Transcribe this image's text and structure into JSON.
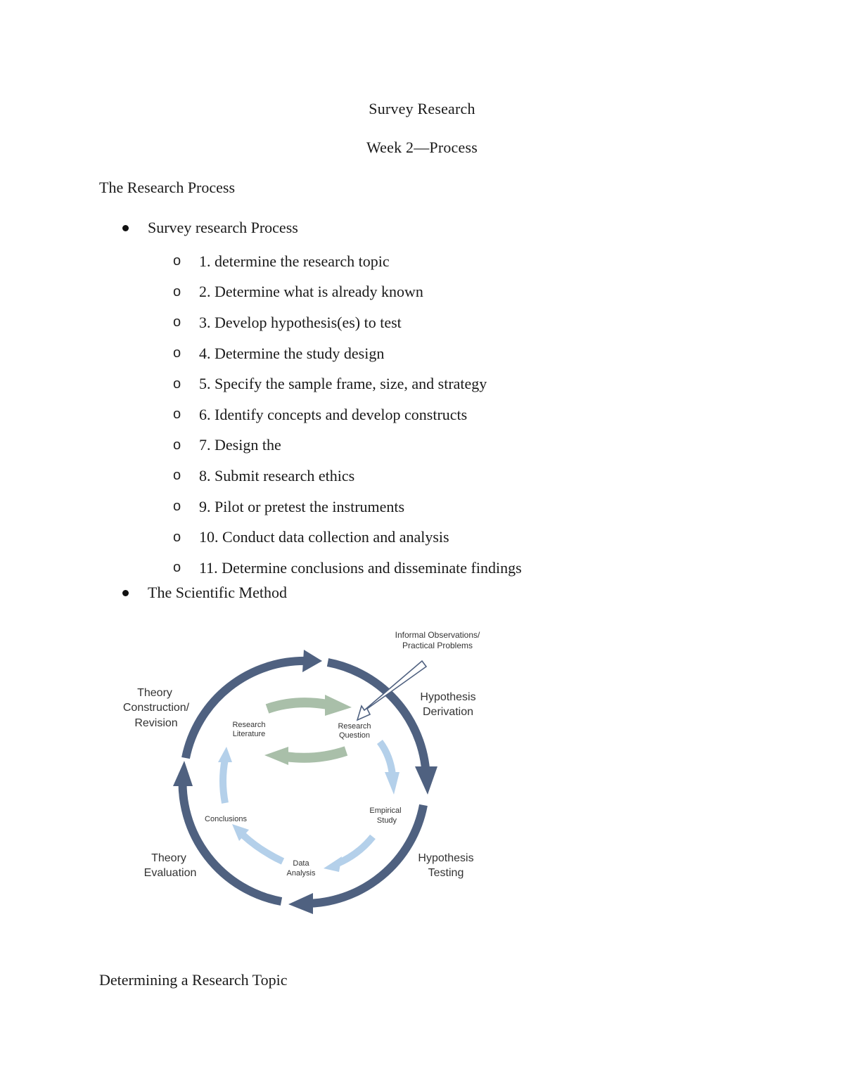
{
  "document": {
    "title": "Survey Research",
    "subtitle": "Week 2—Process",
    "section1_heading": "The Research Process",
    "bullets": [
      {
        "label": "Survey research Process",
        "subitems": [
          "1. determine the research topic",
          "2. Determine what is already known",
          "3. Develop hypothesis(es) to test",
          "4. Determine the study design",
          "5. Specify the sample frame, size, and strategy",
          "6. Identify concepts and develop constructs",
          "7. Design the",
          "8. Submit research ethics",
          "9. Pilot or pretest the instruments",
          "10. Conduct data collection and analysis",
          "11. Determine conclusions and disseminate findings"
        ]
      },
      {
        "label": "The Scientific Method"
      }
    ],
    "sub_marker": "o",
    "section2_heading": "Determining a Research Topic"
  },
  "diagram": {
    "outer_labels": {
      "informal_line1": "Informal Observations/",
      "informal_line2": "Practical Problems",
      "hyp_derivation_line1": "Hypothesis",
      "hyp_derivation_line2": "Derivation",
      "hyp_testing_line1": "Hypothesis",
      "hyp_testing_line2": "Testing",
      "theory_eval_line1": "Theory",
      "theory_eval_line2": "Evaluation",
      "theory_constr_line1": "Theory",
      "theory_constr_line2": "Construction/",
      "theory_constr_line3": "Revision"
    },
    "inner_labels": {
      "research_literature_line1": "Research",
      "research_literature_line2": "Literature",
      "research_question_line1": "Research",
      "research_question_line2": "Question",
      "empirical_line1": "Empirical",
      "empirical_line2": "Study",
      "data_analysis_line1": "Data",
      "data_analysis_line2": "Analysis",
      "conclusions": "Conclusions"
    },
    "colors": {
      "outer_ring": "#4f6180",
      "inner_ring": "#b4d0ea",
      "literature_arrows": "#a9bfa9",
      "text": "#333333"
    }
  }
}
